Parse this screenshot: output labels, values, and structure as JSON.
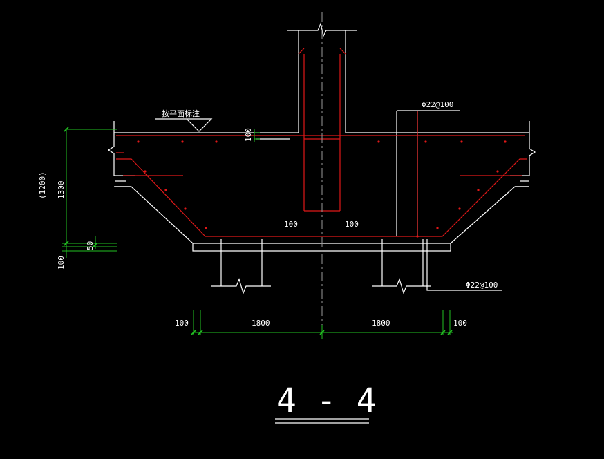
{
  "drawing": {
    "title": "4 - 4",
    "note_level": "按平面标注",
    "rebar_top": "Φ22@100",
    "rebar_bottom": "Φ22@100",
    "dim_left_thick": "100",
    "dim_col_left": "100",
    "dim_col_right": "100",
    "dim_h_total": "1300",
    "dim_h_alt": "(1200)",
    "dim_50": "50",
    "dim_100_bottom": "100",
    "dim_bot_left": "100",
    "dim_bot_mid_left": "1800",
    "dim_bot_mid_right": "1800",
    "dim_bot_right": "100"
  },
  "colors": {
    "outline": "#ffffff",
    "rebar": "#e01818",
    "dimension": "#22c022",
    "centerline": "#9a9a9a"
  }
}
